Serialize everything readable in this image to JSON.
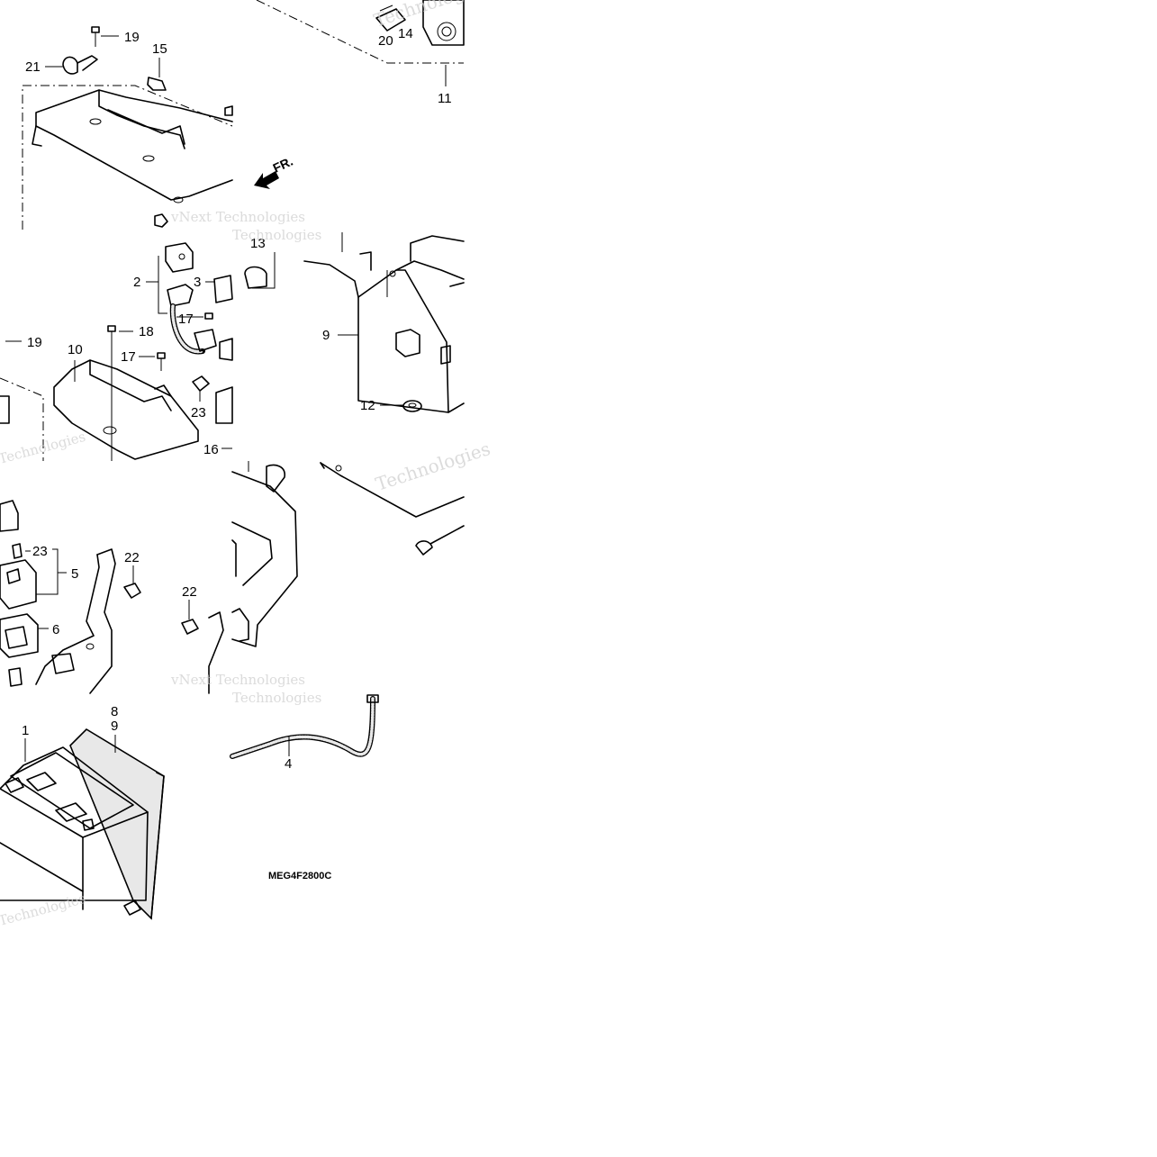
{
  "diagram": {
    "direction_marker": "FR.",
    "drawing_code": "MEG4F2800C",
    "watermark_lines": [
      "vNext Technologies",
      "Technologies"
    ],
    "callouts": {
      "p1": "1",
      "p2": "2",
      "p3": "3",
      "p4": "4",
      "p5": "5",
      "p6": "6",
      "p8": "8",
      "p9a": "9",
      "p9b": "9",
      "p10": "10",
      "p11": "11",
      "p12": "12",
      "p13": "13",
      "p14": "14",
      "p15": "15",
      "p16": "16",
      "p17a": "17",
      "p17b": "17",
      "p18": "18",
      "p19a": "19",
      "p19b": "19",
      "p20": "20",
      "p21": "21",
      "p22a": "22",
      "p22b": "22",
      "p23a": "23",
      "p23b": "23"
    }
  }
}
